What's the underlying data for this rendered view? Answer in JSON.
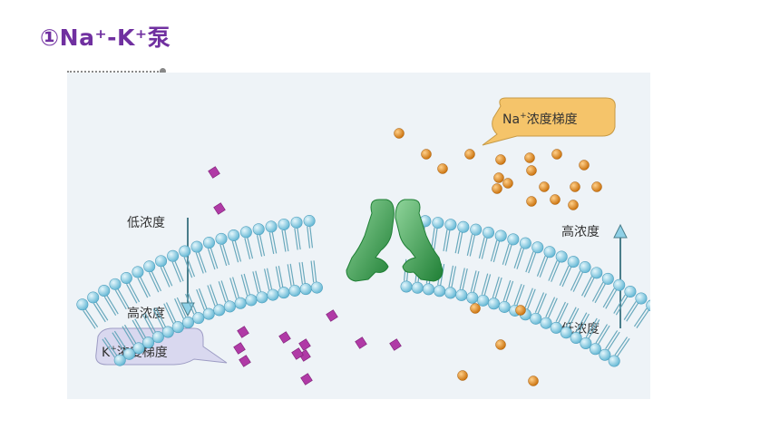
{
  "slide": {
    "title": "①Na⁺-K⁺泵"
  },
  "diagram": {
    "na_callout": {
      "ion": "Na",
      "sup": "+",
      "text": "浓度梯度"
    },
    "k_callout": {
      "ion": "K",
      "sup": "+",
      "text": "浓度梯度"
    },
    "left_arrow": {
      "top_label": "低浓度",
      "bottom_label": "高浓度"
    },
    "right_arrow": {
      "top_label": "高浓度",
      "bottom_label": "低浓度"
    },
    "colors": {
      "title": "#7030a0",
      "background": "#eef3f7",
      "lipid_head": "#8fd0e6",
      "pump": "#2e9a44",
      "sodium_ion": "#e08a16",
      "potassium_ion": "#a8309a",
      "na_callout_fill": "#f5c46a",
      "k_callout_fill": "#d9d8ef",
      "arrow": "#4a7d8a"
    }
  }
}
